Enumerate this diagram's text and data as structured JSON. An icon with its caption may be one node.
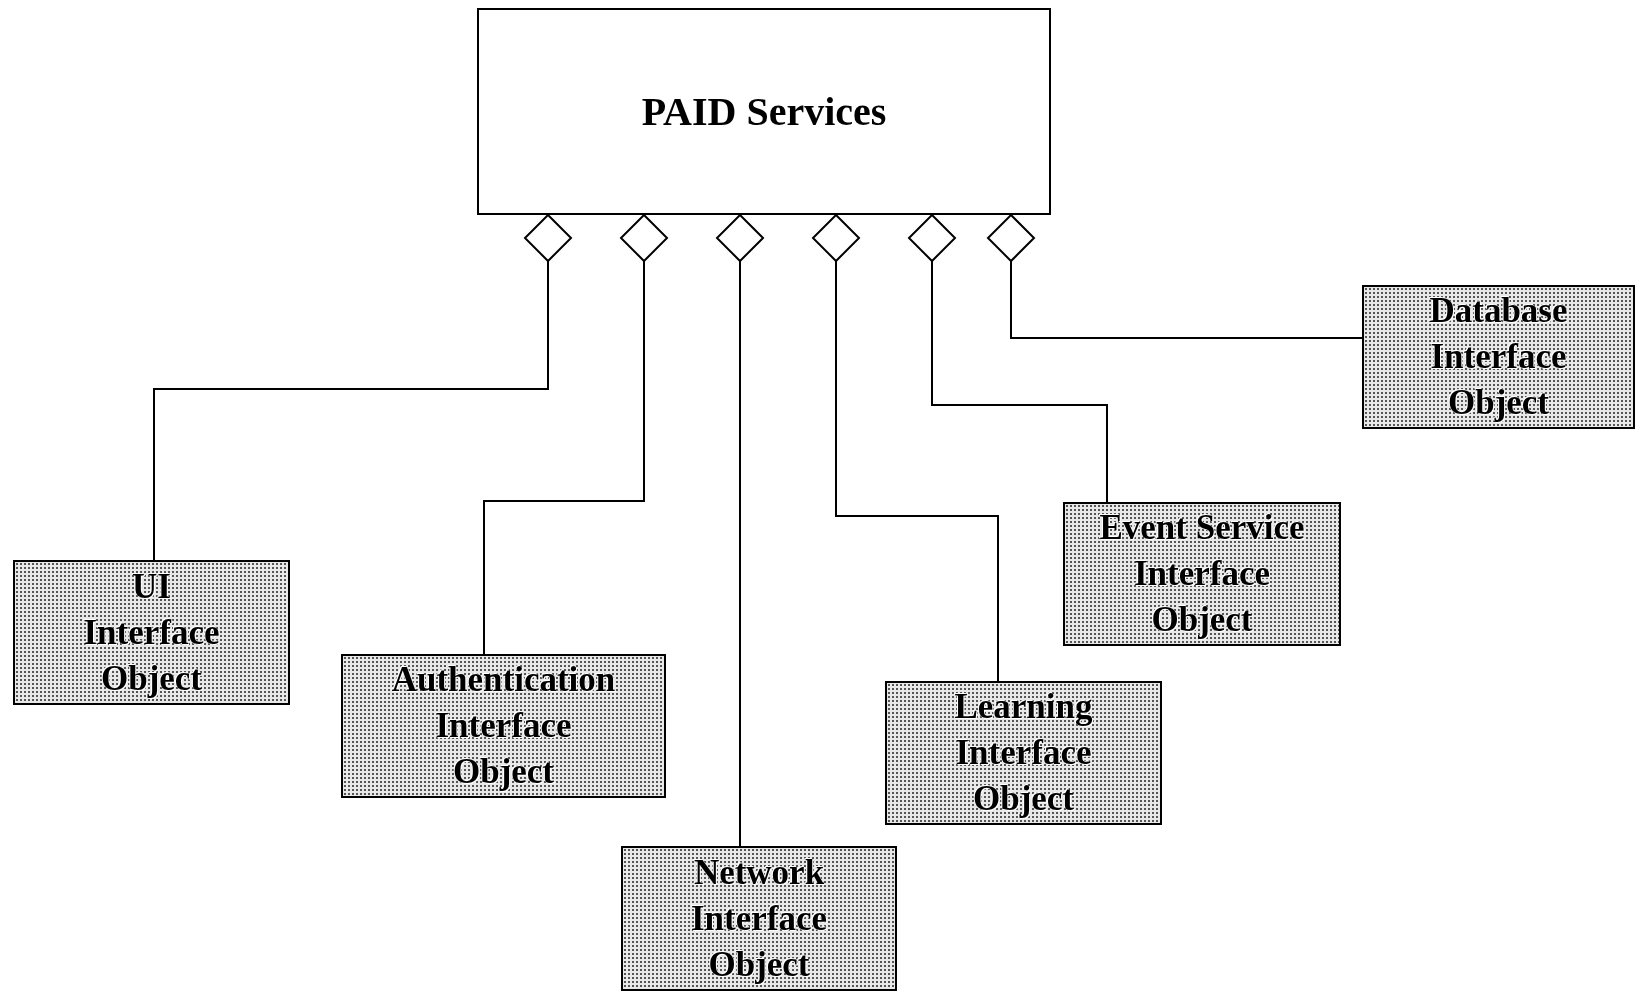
{
  "diagram": {
    "nodes": [
      {
        "text": [
          "PAID Services"
        ]
      },
      {
        "text": [
          "UI Interface Object"
        ]
      },
      {
        "text": [
          "Authentication Interface Object"
        ]
      },
      {
        "text": [
          "Network Interface Object"
        ]
      },
      {
        "text": [
          "Learning Interface Object"
        ]
      },
      {
        "text": [
          "Event Service Interface Object"
        ]
      },
      {
        "text": [
          "Database Interface Object"
        ]
      }
    ],
    "edges": [
      {
        "from": 0,
        "to": 1,
        "arrow": "other"
      },
      {
        "from": 0,
        "to": 2,
        "arrow": "other"
      },
      {
        "from": 0,
        "to": 3,
        "arrow": "other"
      },
      {
        "from": 0,
        "to": 4,
        "arrow": "other"
      },
      {
        "from": 0,
        "to": 5,
        "arrow": "other"
      },
      {
        "from": 0,
        "to": 6,
        "arrow": "other"
      }
    ]
  }
}
